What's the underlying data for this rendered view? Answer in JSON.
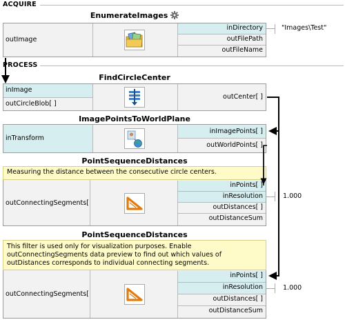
{
  "sections": {
    "acquire": "ACQUIRE",
    "process": "PROCESS"
  },
  "colors": {
    "input_port_bg": "#d6eef0",
    "comment_bg": "#fffbc8",
    "box_bg": "#f2f2f2",
    "wire": "#000000"
  },
  "filters": [
    {
      "title": "EnumerateImages",
      "icon": "folder-images-icon",
      "has_settings_icon": true,
      "inputs": [
        "inDirectory"
      ],
      "outputs_left": [
        "outImage"
      ],
      "outputs_right": [
        "outFilePath",
        "outFileName"
      ],
      "values": {
        "inDirectory": "\"Images\\Test\""
      }
    },
    {
      "title": "FindCircleCenter",
      "icon": "circle-center-icon",
      "inputs": [
        "inImage"
      ],
      "outputs_left": [
        "outCircleBlob[ ]"
      ],
      "outputs_right": [
        "outCenter[ ]"
      ]
    },
    {
      "title": "ImagePointsToWorldPlane",
      "icon": "world-plane-icon",
      "inputs_left": [
        "inTransform"
      ],
      "inputs_right": [
        "inImagePoints[ ]"
      ],
      "outputs_right": [
        "outWorldPoints[ ]"
      ]
    },
    {
      "title": "PointSequenceDistances",
      "icon": "triangle-ruler-icon",
      "comment": "Measuring the distance between the consecutive circle centers.",
      "inputs": [
        "inPoints[ ]",
        "inResolution"
      ],
      "outputs_left": [
        "outConnectingSegments[ ]"
      ],
      "outputs_right": [
        "outDistances[ ]",
        "outDistanceSum"
      ],
      "values": {
        "inResolution": "1.000"
      }
    },
    {
      "title": "PointSequenceDistances",
      "icon": "triangle-ruler-icon",
      "comment": "This filter is used only for visualization purposes. Enable outConnectingSegments data preview to find out which values of outDistances corresponds to individual connecting segments.",
      "inputs": [
        "inPoints[ ]",
        "inResolution"
      ],
      "outputs_left": [
        "outConnectingSegments[ ]"
      ],
      "outputs_right": [
        "outDistances[ ]",
        "outDistanceSum"
      ],
      "values": {
        "inResolution": "1.000"
      }
    }
  ]
}
